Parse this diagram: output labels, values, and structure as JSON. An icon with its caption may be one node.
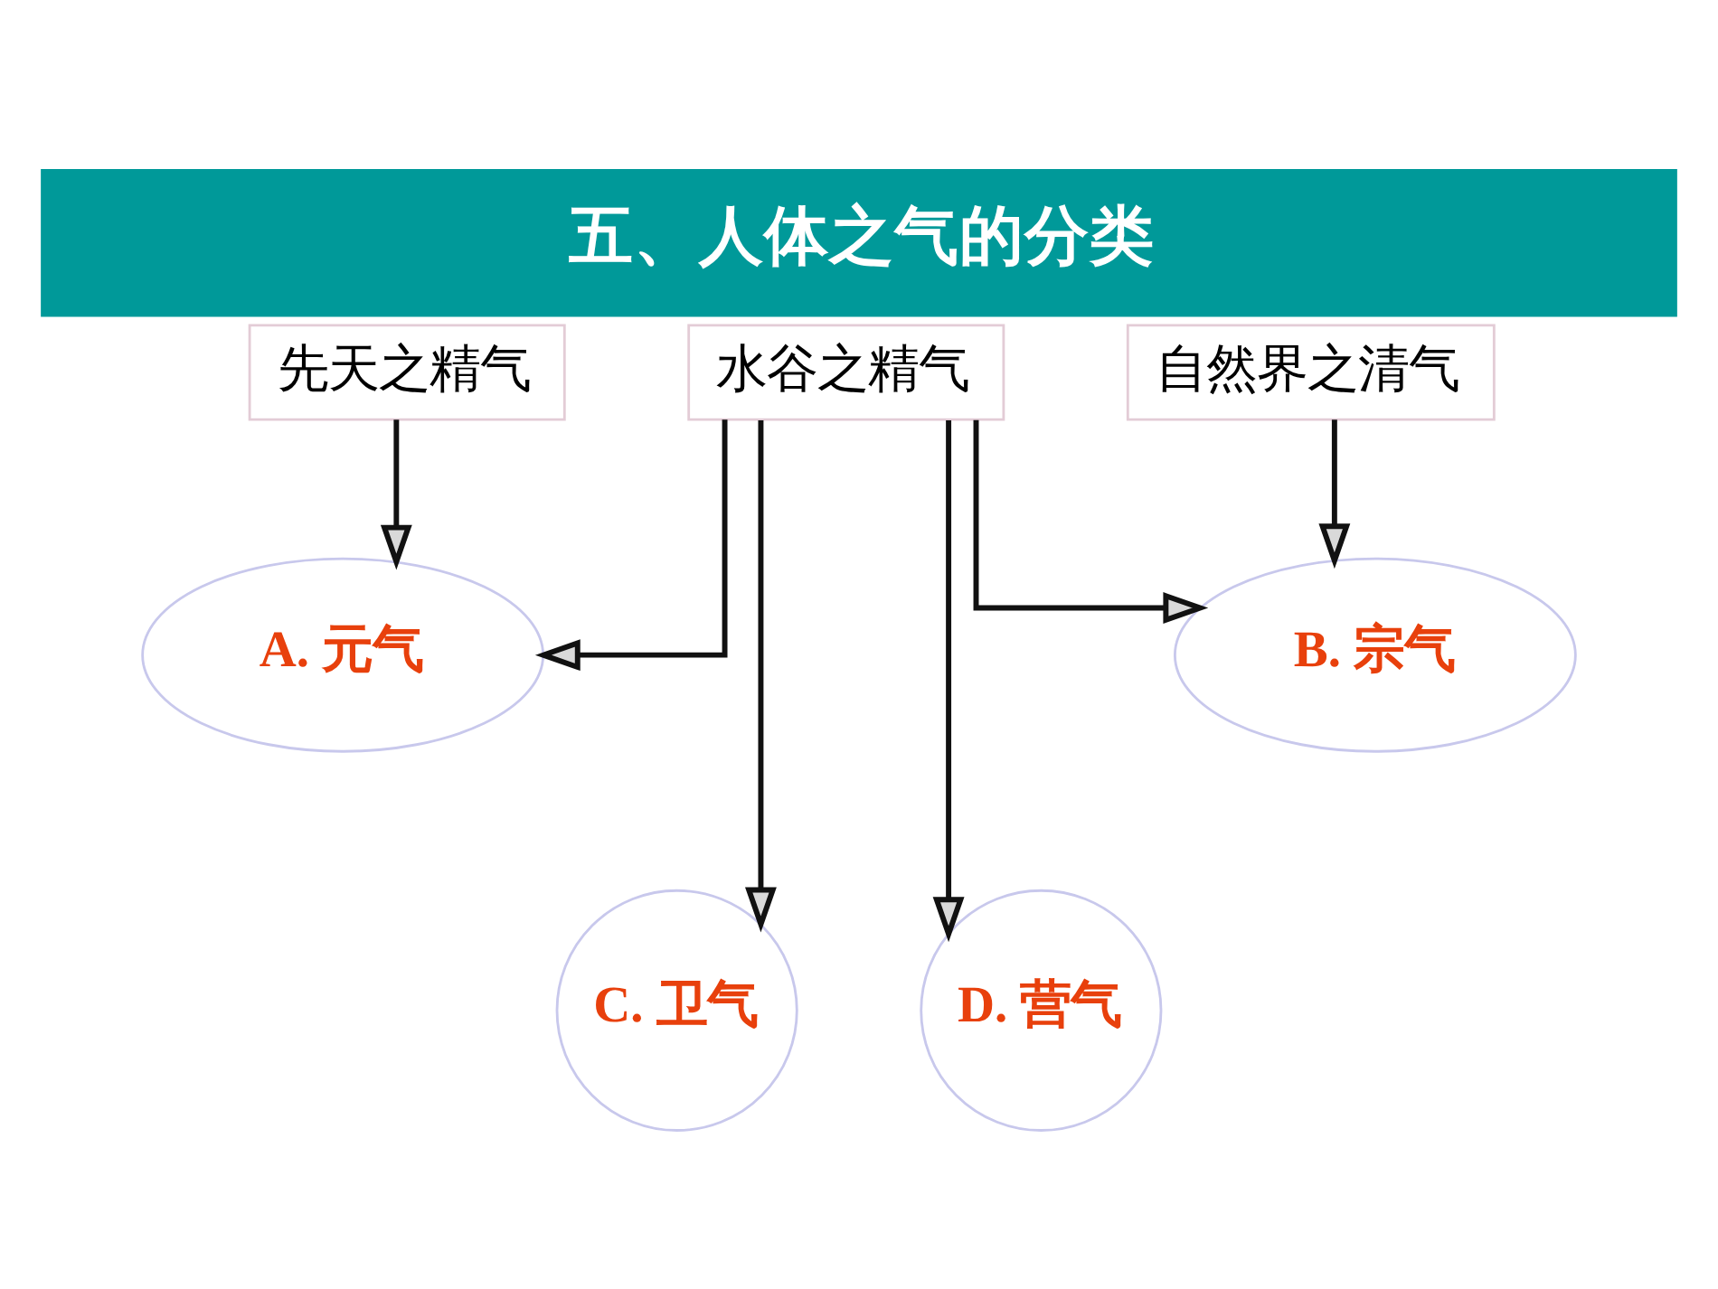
{
  "diagram": {
    "title": "五、人体之气的分类",
    "nodes": [
      {
        "text": [
          "先天之精气"
        ]
      },
      {
        "text": [
          "水谷之精气"
        ]
      },
      {
        "text": [
          "自然界之清气"
        ]
      },
      {
        "text": [
          "A. 元气"
        ]
      },
      {
        "text": [
          "B. 宗气"
        ]
      },
      {
        "text": [
          "C. 卫气"
        ]
      },
      {
        "text": [
          "D. 营气"
        ]
      }
    ],
    "edges": [
      {
        "from": 0,
        "to": 3,
        "arrow": "to"
      },
      {
        "from": 1,
        "to": 3,
        "arrow": "to"
      },
      {
        "from": 1,
        "to": 5,
        "arrow": "to"
      },
      {
        "from": 1,
        "to": 6,
        "arrow": "to"
      },
      {
        "from": 1,
        "to": 4,
        "arrow": "to"
      },
      {
        "from": 2,
        "to": 4,
        "arrow": "to"
      }
    ]
  }
}
